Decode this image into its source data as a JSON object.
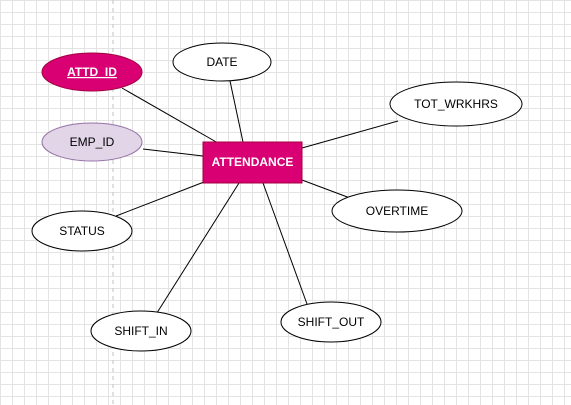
{
  "diagram": {
    "entity": {
      "label": "ATTENDANCE",
      "fill": "#d80073",
      "stroke": "#a50040",
      "text_color": "#ffffff"
    },
    "attributes": [
      {
        "id": "attd_id",
        "label": "ATTD_ID",
        "kind": "primary-key",
        "fill": "#d80073",
        "stroke": "#a50040",
        "text_color": "#ffffff",
        "underline": true
      },
      {
        "id": "emp_id",
        "label": "EMP_ID",
        "kind": "foreign-key",
        "fill": "#e1d5e7",
        "stroke": "#9673a6",
        "text_color": "#000000",
        "underline": false
      },
      {
        "id": "date",
        "label": "DATE",
        "kind": "attribute",
        "fill": "#ffffff",
        "stroke": "#000000",
        "text_color": "#000000",
        "underline": false
      },
      {
        "id": "tot_wrkhrs",
        "label": "TOT_WRKHRS",
        "kind": "attribute",
        "fill": "#ffffff",
        "stroke": "#000000",
        "text_color": "#000000",
        "underline": false
      },
      {
        "id": "overtime",
        "label": "OVERTIME",
        "kind": "attribute",
        "fill": "#ffffff",
        "stroke": "#000000",
        "text_color": "#000000",
        "underline": false
      },
      {
        "id": "status",
        "label": "STATUS",
        "kind": "attribute",
        "fill": "#ffffff",
        "stroke": "#000000",
        "text_color": "#000000",
        "underline": false
      },
      {
        "id": "shift_in",
        "label": "SHIFT_IN",
        "kind": "attribute",
        "fill": "#ffffff",
        "stroke": "#000000",
        "text_color": "#000000",
        "underline": false
      },
      {
        "id": "shift_out",
        "label": "SHIFT_OUT",
        "kind": "attribute",
        "fill": "#ffffff",
        "stroke": "#000000",
        "text_color": "#000000",
        "underline": false
      }
    ],
    "grid_color": "#e3e3e3",
    "page_guide_color": "#c0c0c0"
  }
}
